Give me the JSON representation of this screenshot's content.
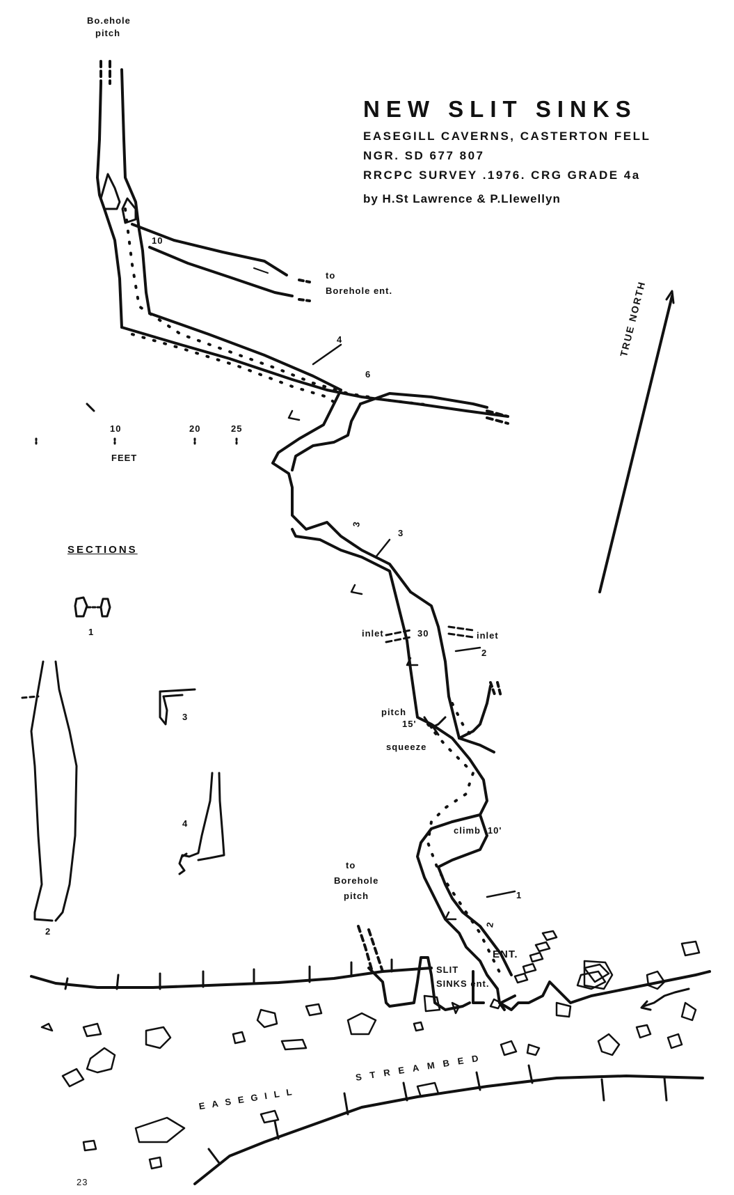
{
  "header": {
    "title": "NEW SLIT SINKS",
    "line1": "EASEGILL CAVERNS, CASTERTON FELL",
    "line2": "NGR. SD 677 807",
    "line3": "RRCPC SURVEY .1976.  CRG GRADE 4a",
    "line4": "by H.St Lawrence & P.Llewellyn"
  },
  "north": {
    "label": "TRUE NORTH"
  },
  "scale": {
    "ticks": [
      "10",
      "20",
      "25"
    ],
    "unit": "FEET"
  },
  "sections": {
    "heading": "SECTIONS",
    "labels": [
      "1",
      "2",
      "3",
      "4"
    ]
  },
  "labels": {
    "borehole_pitch_top": [
      "Bo.ehole",
      "pitch"
    ],
    "to_borehole_ent": [
      "to",
      "Borehole ent."
    ],
    "to_borehole_pitch": [
      "to",
      "Borehole",
      "pitch"
    ],
    "slit_sinks_ent": [
      "SLIT",
      "SINKS ent."
    ],
    "ent": "ENT.",
    "inlet_left": "inlet",
    "inlet_right": "inlet",
    "pitch": "pitch",
    "pitch_depth": "15'",
    "squeeze": "squeeze",
    "climb": "climb -10'",
    "stream_word1": "EASEGILL",
    "stream_word2": "STREAMBED",
    "page_mark": "23"
  },
  "heights": [
    "10",
    "6",
    "3",
    "30",
    "2"
  ],
  "cross_section_marks": [
    "4",
    "3",
    "2",
    "1"
  ]
}
